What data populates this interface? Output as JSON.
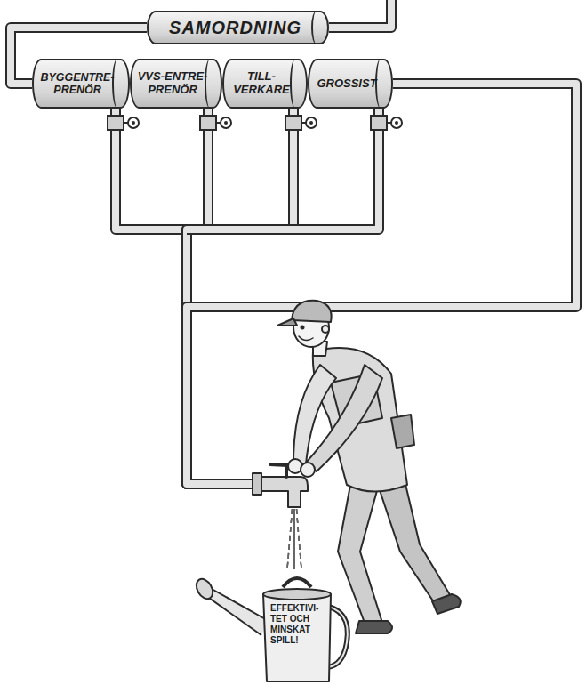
{
  "diagram": {
    "nodes": [
      {
        "text": [
          "SAMORDNING"
        ]
      },
      {
        "text": [
          "BYGGENTRE- PRENÖR"
        ]
      },
      {
        "text": [
          "VVS-ENTRE- PRENÖR"
        ]
      },
      {
        "text": [
          "TILL- VERKARE"
        ]
      },
      {
        "text": [
          "GROSSIST"
        ]
      },
      {
        "text": [
          "EFFEKTIVI- TET OCH MINSKAT SPILL!"
        ]
      }
    ],
    "edges": [
      {
        "from": 0,
        "to": 1,
        "arrow": "none"
      },
      {
        "from": 1,
        "to": 2,
        "arrow": "none"
      },
      {
        "from": 2,
        "to": 3,
        "arrow": "none"
      },
      {
        "from": 3,
        "to": 4,
        "arrow": "none"
      },
      {
        "from": 1,
        "to": 5,
        "arrow": "none"
      },
      {
        "from": 2,
        "to": 5,
        "arrow": "none"
      },
      {
        "from": 3,
        "to": 5,
        "arrow": "none"
      },
      {
        "from": 4,
        "to": 5,
        "arrow": "none"
      }
    ]
  }
}
